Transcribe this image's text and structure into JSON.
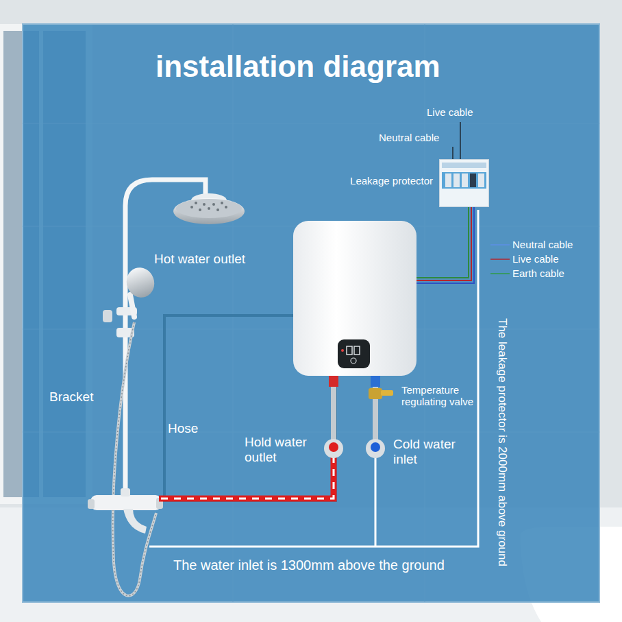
{
  "diagram": {
    "title": "installation diagram",
    "nodes": [
      {
        "text": [
          "Leakage protector"
        ]
      }
    ],
    "labels": [
      "Live cable",
      "Neutral cable",
      "Neutral cable",
      "Live cable",
      "Earth cable",
      "Hot water outlet",
      "Bracket",
      "Hose",
      "Hold water outlet",
      "Temperature regulating valve",
      "Cold water inlet",
      "The water inlet is 1300mm above the ground",
      "The leakage protector is 2000mm above ground"
    ]
  }
}
